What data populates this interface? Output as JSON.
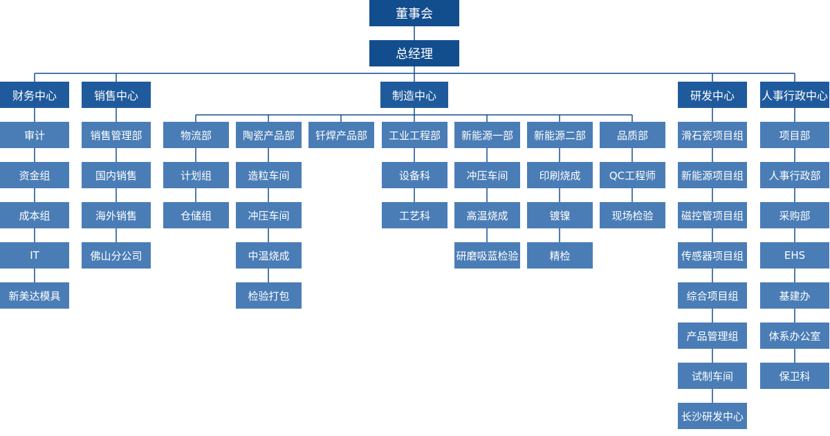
{
  "board": "董事会",
  "gm": "总经理",
  "centers": [
    {
      "title": "财务中心",
      "items": [
        "审计",
        "资金组",
        "成本组",
        "IT",
        "新美达模具"
      ]
    },
    {
      "title": "销售中心",
      "items": [
        "销售管理部",
        "国内销售",
        "海外销售",
        "佛山分公司"
      ]
    },
    {
      "title": "制造中心",
      "departments": [
        {
          "title": "物流部",
          "items": [
            "计划组",
            "仓储组"
          ]
        },
        {
          "title": "陶瓷产品部",
          "items": [
            "造粒车间",
            "冲压车间",
            "中温烧成",
            "检验打包"
          ]
        },
        {
          "title": "钎焊产品部",
          "items": []
        },
        {
          "title": "工业工程部",
          "items": [
            "设备科",
            "工艺科"
          ]
        },
        {
          "title": "新能源一部",
          "items": [
            "冲压车间",
            "高温烧成",
            "研磨吸蓝检验"
          ]
        },
        {
          "title": "新能源二部",
          "items": [
            "印刷烧成",
            "镀镍",
            "精检"
          ]
        },
        {
          "title": "品质部",
          "items": [
            "QC工程师",
            "现场检验"
          ]
        }
      ]
    },
    {
      "title": "研发中心",
      "items": [
        "滑石瓷项目组",
        "新能源项目组",
        "磁控管项目组",
        "传感器项目组",
        "综合项目组",
        "产品管理组",
        "试制车间",
        "长沙研发中心"
      ]
    },
    {
      "title": "人事行政中心",
      "items": [
        "项目部",
        "人事行政部",
        "采购部",
        "EHS",
        "基建办",
        "体系办公室",
        "保卫科"
      ]
    }
  ],
  "colors": {
    "top": "#124d8e",
    "head": "#1f5b9c",
    "leaf": "#4a7db6",
    "line": "#124d8e"
  }
}
